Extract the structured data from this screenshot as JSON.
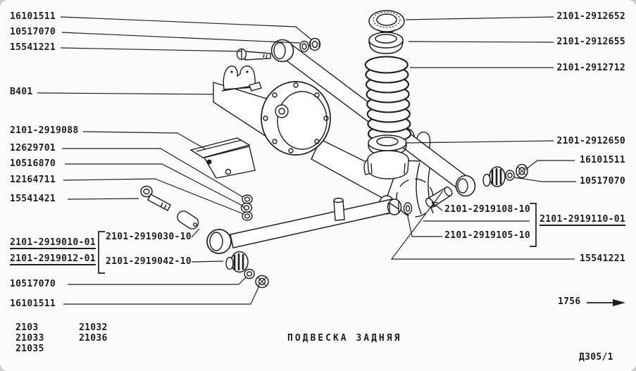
{
  "figure": {
    "title": "ПОДВЕСКА ЗАДНЯЯ",
    "sheet_code": "Д305/1",
    "dimension_value": "1756"
  },
  "models": {
    "col1": [
      "2103",
      "21033",
      "21035"
    ],
    "col2": [
      "21032",
      "21036"
    ]
  },
  "callouts": {
    "left": {
      "nut_top": "16101511",
      "washer_top": "10517070",
      "bolt_top": "15541221",
      "axle_ref": "B401",
      "bracket": "2101-2919088",
      "washer_spring": "12629701",
      "washer_lock": "10516870",
      "nut_small": "12164711",
      "bolt_bracket": "15541421",
      "arm_assy_a": "2101-2919010-01",
      "arm_assy_b": "2101-2919012-01",
      "buffer": "2101-2919030-10",
      "bushing": "2101-2919042-10",
      "washer_bottom": "10517070",
      "nut_bottom": "16101511"
    },
    "right": {
      "support_upper": "2101-2912652",
      "gasket": "2101-2912655",
      "spring": "2101-2912712",
      "insulator_lower": "2101-2912650",
      "nut": "16101511",
      "washer": "10517070",
      "sleeve_outer": "2101-2919108-10",
      "hinge_assy": "2101-2919110-01",
      "sleeve_inner": "2101-2919105-10",
      "bolt": "15541221"
    }
  },
  "colors": {
    "ink": "#1d1d1b",
    "paper": "#fbfbf9"
  }
}
